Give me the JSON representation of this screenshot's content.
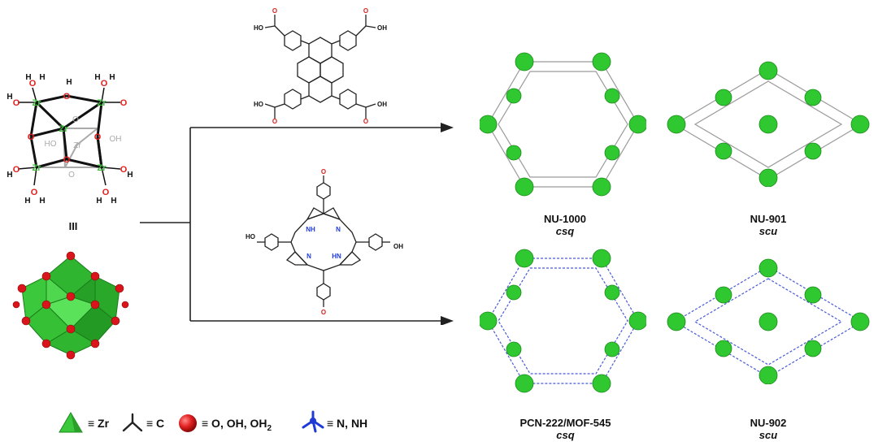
{
  "cluster": {
    "label": "III",
    "zr": "Zr",
    "o": "O",
    "h": "H",
    "ho": "HO",
    "oh": "OH"
  },
  "linker_pyrene": {
    "cooh_left": "HO",
    "cooh_right": "OH",
    "o": "O"
  },
  "linker_porphyrin": {
    "nh_left": "NH",
    "n_right": "N",
    "n_left": "N",
    "hn": "HN",
    "ho": "HO",
    "oh": "OH",
    "o": "O"
  },
  "frameworks": [
    {
      "name": "NU-1000",
      "topology": "csq"
    },
    {
      "name": "NU-901",
      "topology": "scu"
    },
    {
      "name": "PCN-222/MOF-545",
      "topology": "csq"
    },
    {
      "name": "NU-902",
      "topology": "scu"
    }
  ],
  "legend": {
    "zr": "≡ Zr",
    "c": "≡ C",
    "o": "≡ O, OH, OH",
    "o_sub": "2",
    "n": "≡ N, NH"
  },
  "colors": {
    "zr_green": "#3cd23c",
    "oxygen_red": "#e0201e",
    "nitrogen_blue": "#1f3bd6",
    "bond_gray": "#555555"
  }
}
